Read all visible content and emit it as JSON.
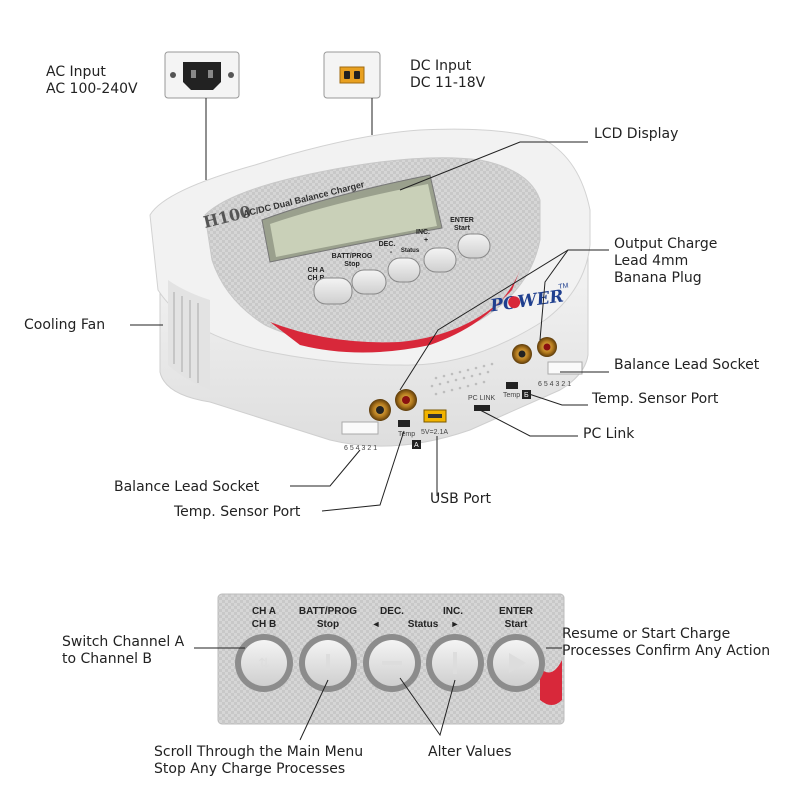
{
  "device": {
    "model": "H100",
    "subtitle": "AC/DC Dual Balance Charger",
    "brand": "POWER",
    "trademark": "TM"
  },
  "panel_buttons": [
    {
      "line1": "CH A",
      "line2": "CH B"
    },
    {
      "line1": "BATT/PROG",
      "line2": "Stop"
    },
    {
      "line1": "DEC.",
      "line2": "-"
    },
    {
      "line1": "INC.",
      "line2": "+"
    },
    {
      "line1": "ENTER",
      "line2": "Start"
    }
  ],
  "status_label": "Status",
  "port_labels": {
    "balance_a_pins": "6 5 4 3 2 1",
    "balance_b_pins": "6 5 4 3 2 1",
    "temp_a": "Temp",
    "channel_a": "A",
    "usb": "5V=2.1A",
    "pc_link": "PC LINK",
    "temp_b": "Temp",
    "channel_b": "B"
  },
  "callouts": {
    "ac_input": [
      "AC Input",
      "AC 100-240V"
    ],
    "dc_input": [
      "DC Input",
      "DC 11-18V"
    ],
    "lcd": [
      "LCD Display"
    ],
    "output_charge": [
      "Output Charge",
      "Lead 4mm",
      "Banana Plug"
    ],
    "cooling_fan": [
      "Cooling Fan"
    ],
    "balance_right": [
      "Balance Lead Socket"
    ],
    "temp_right": [
      "Temp. Sensor Port"
    ],
    "pc_link": [
      "PC Link"
    ],
    "balance_left": [
      "Balance Lead Socket"
    ],
    "usb": [
      "USB Port"
    ],
    "temp_left": [
      "Temp. Sensor Port"
    ],
    "switch_channel": [
      "Switch Channel A",
      "to Channel B"
    ],
    "resume": [
      "Resume or Start Charge",
      "Processes Confirm Any Action"
    ],
    "scroll": [
      "Scroll Through the Main Menu",
      "Stop Any Charge Processes"
    ],
    "alter": [
      "Alter Values"
    ]
  },
  "colors": {
    "accent_red": "#d8283a",
    "body_gray": "#ececec",
    "lcd_green": "#c9d0b8",
    "brand_blue": "#1f3f8f"
  }
}
